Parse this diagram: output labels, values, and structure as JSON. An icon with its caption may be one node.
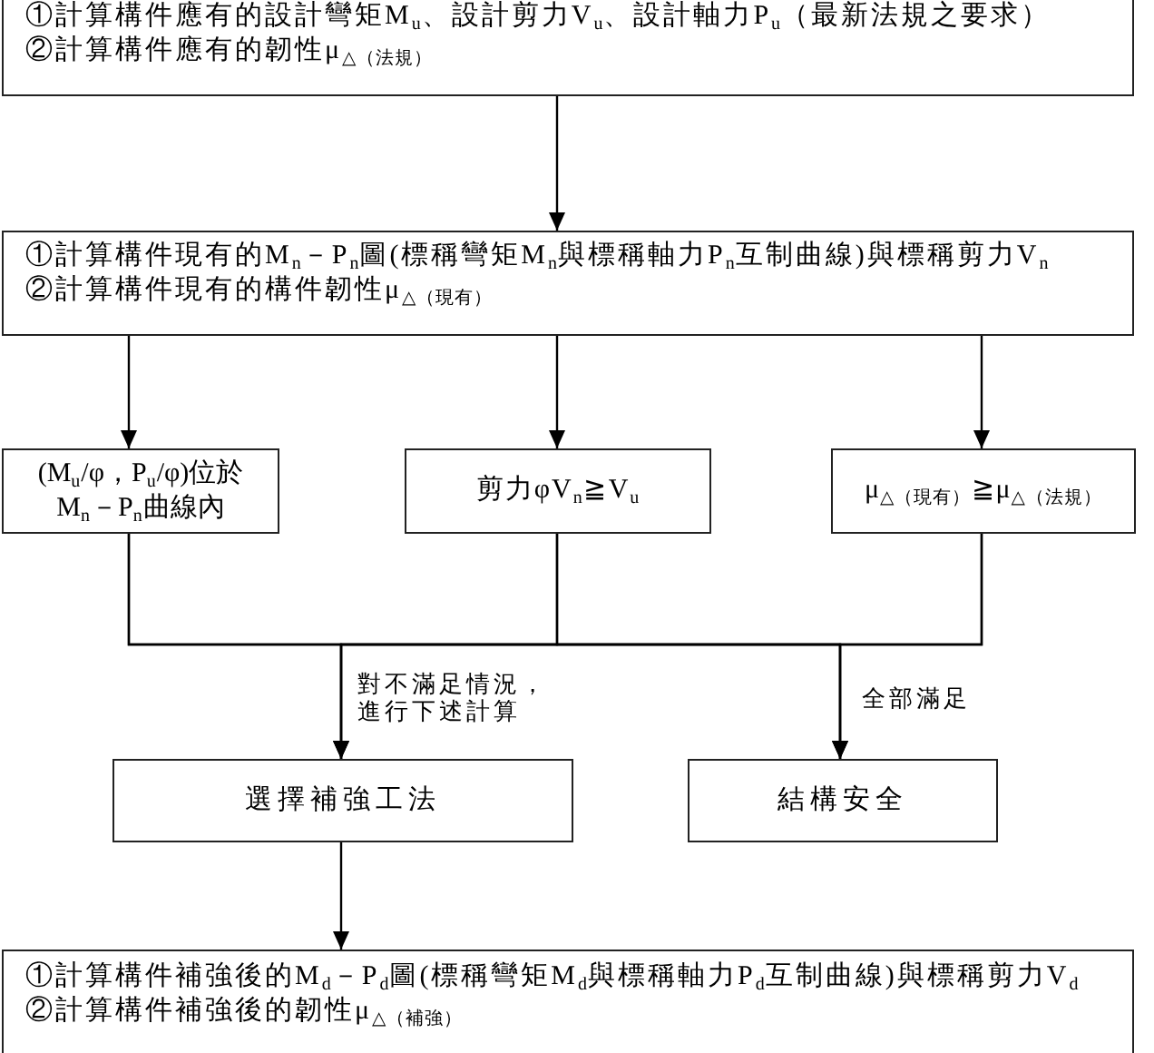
{
  "diagram": {
    "nodes": [
      {
        "text": [
          "①計算構件應有的設計彎矩M$_{u}$、設計剪力V$_{u}$、設計軸力P$_{u}$（最新法規之要求）",
          "②計算構件應有的韌性μ$_{△（法規）}$"
        ]
      },
      {
        "text": [
          "①計算構件現有的M$_{n}$－P$_{n}$圖(標稱彎矩M$_{n}$與標稱軸力P$_{n}$互制曲線)與標稱剪力V$_{n}$",
          "②計算構件現有的構件韌性μ$_{△（現有）}$"
        ]
      },
      {
        "text": [
          "(M$_{u}$/φ，P$_{u}$/φ)位於M$_{n}$－P$_{n}$曲線內"
        ]
      },
      {
        "text": [
          "剪力φV$_{n}$≧V$_{u}$"
        ]
      },
      {
        "text": [
          "μ$_{△（現有）}$≧μ$_{△（法規）}$"
        ]
      },
      {
        "text": [
          "選擇補強工法"
        ]
      },
      {
        "text": [
          "結構安全"
        ]
      },
      {
        "text": [
          "①計算構件補強後的M$_{d}$－P$_{d}$圖(標稱彎矩M$_{d}$與標稱軸力P$_{d}$互制曲線)與標稱剪力V$_{d}$",
          "②計算構件補強後的韌性μ$_{△（補強）}$"
        ]
      }
    ],
    "edges": [
      {
        "from": 0,
        "to": 1,
        "arrow": "to"
      },
      {
        "from": 1,
        "to": 2,
        "arrow": "to"
      },
      {
        "from": 1,
        "to": 3,
        "arrow": "to"
      },
      {
        "from": 1,
        "to": 4,
        "arrow": "to"
      },
      {
        "from": 2,
        "to": 5,
        "arrow": "to",
        "label": "對不滿足情況，進行下述計算"
      },
      {
        "from": 3,
        "to": 5,
        "arrow": "to"
      },
      {
        "from": 4,
        "to": 5,
        "arrow": "to"
      },
      {
        "from": 2,
        "to": 6,
        "arrow": "to"
      },
      {
        "from": 3,
        "to": 6,
        "arrow": "to"
      },
      {
        "from": 4,
        "to": 6,
        "arrow": "to",
        "label": "全部滿足"
      },
      {
        "from": 5,
        "to": 7,
        "arrow": "to"
      }
    ]
  }
}
